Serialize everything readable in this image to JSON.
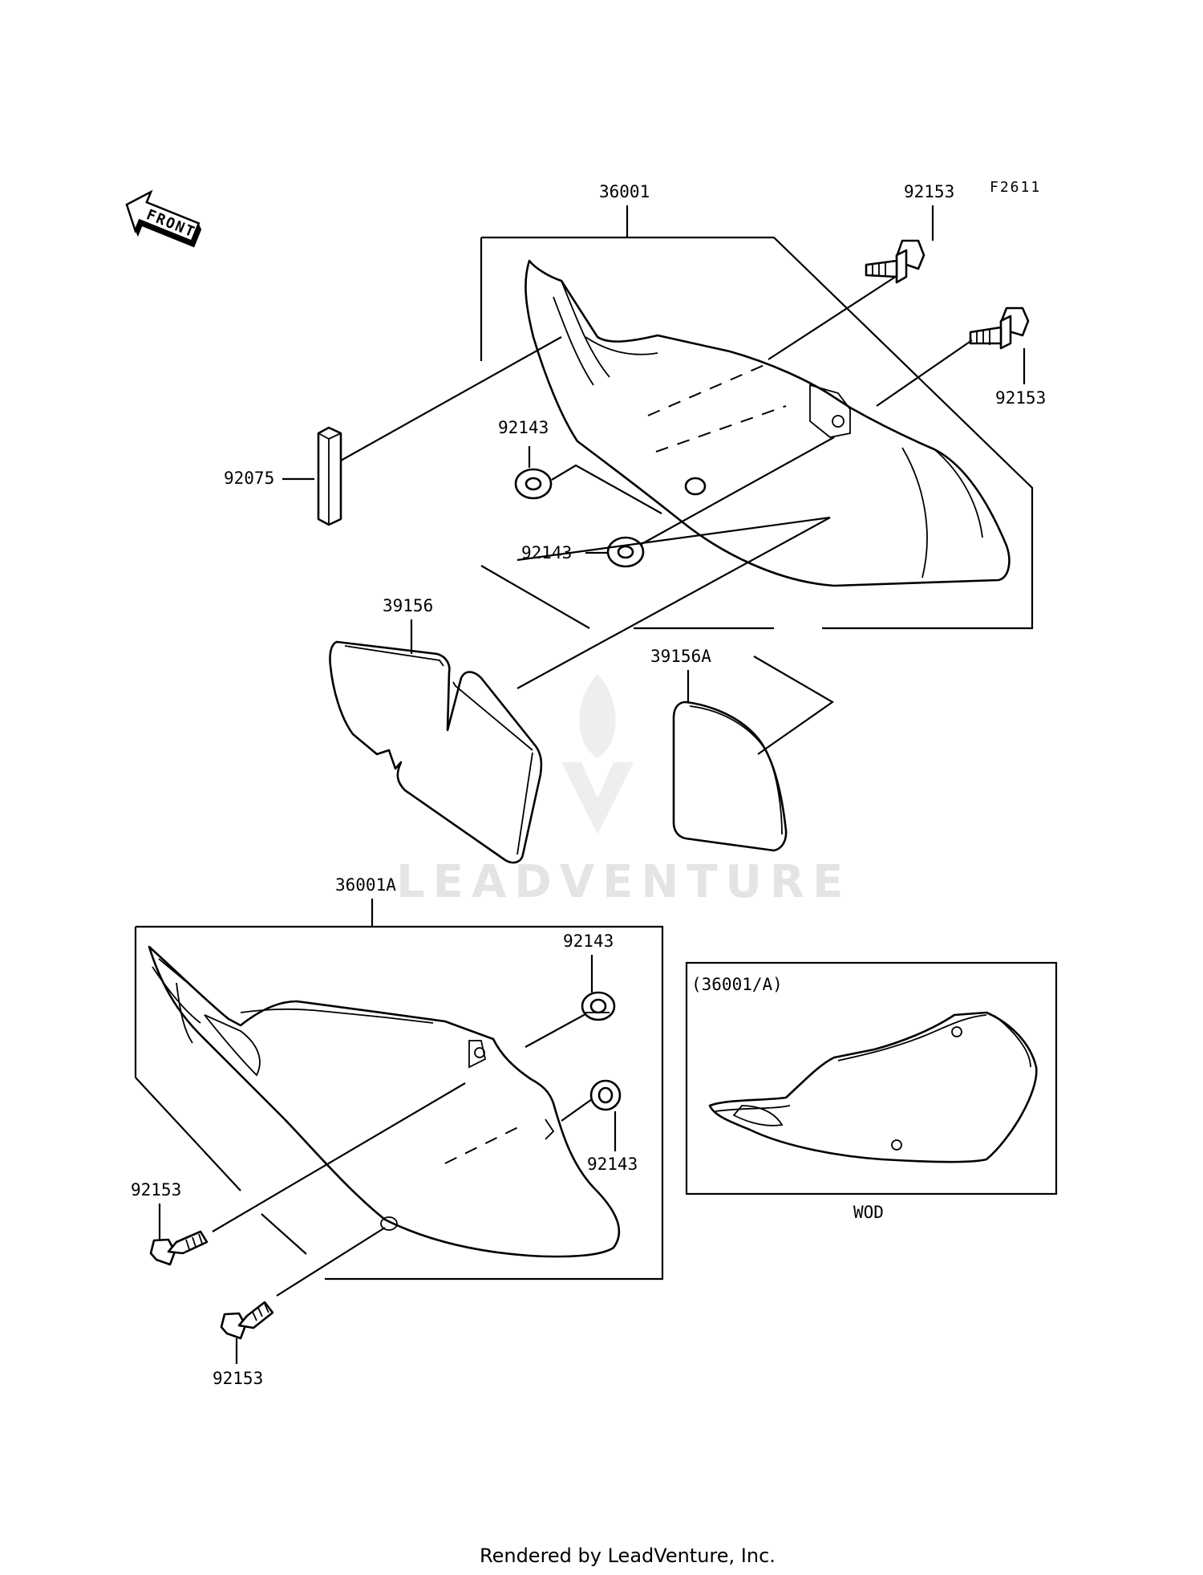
{
  "diagram": {
    "ref_code": "F2611",
    "front_label": "FRONT",
    "callouts": {
      "p36001": "36001",
      "p92153_top": "92153",
      "p92153_right": "92153",
      "p92143_a": "92143",
      "p92143_b": "92143",
      "p92075": "92075",
      "p39156": "39156",
      "p39156A": "39156A",
      "p36001A": "36001A",
      "p92143_c": "92143",
      "p92143_d": "92143",
      "p92153_c": "92153",
      "p92153_d": "92153"
    },
    "inset": {
      "title": "(36001/A)",
      "caption": "WOD"
    },
    "watermark": "LEADVENTURE",
    "footer": "Rendered by LeadVenture, Inc."
  }
}
